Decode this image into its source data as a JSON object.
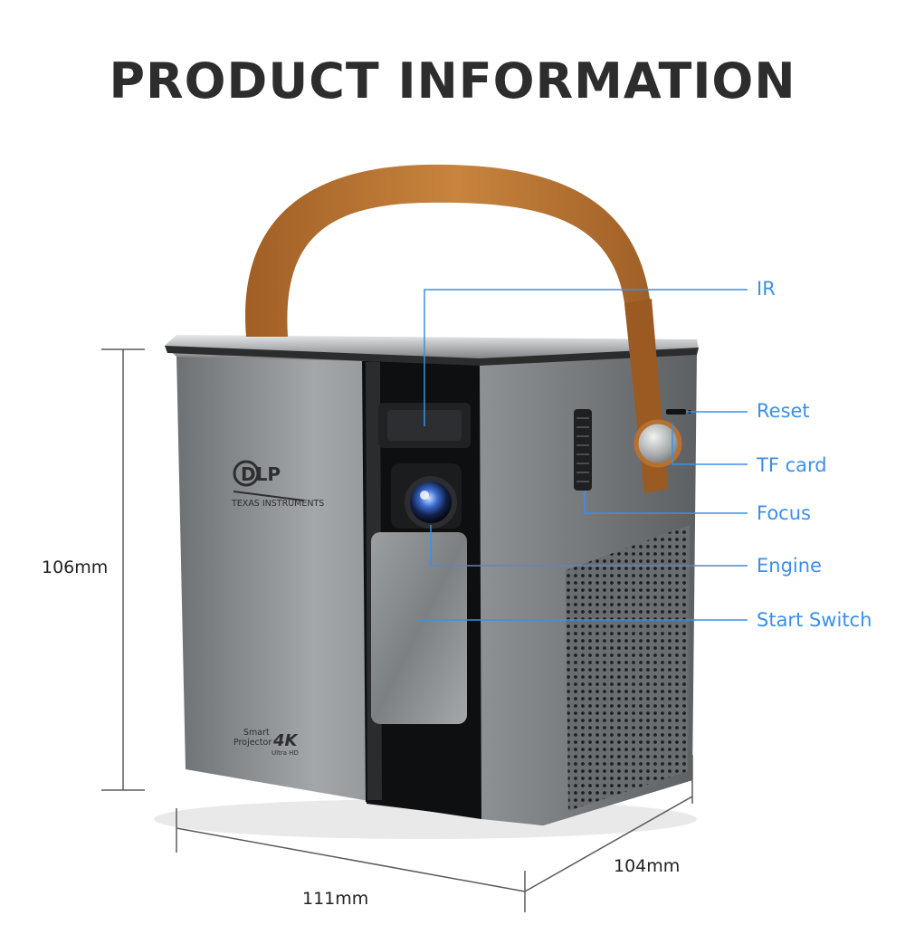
{
  "title": "PRODUCT INFORMATION",
  "callouts": {
    "ir": "IR",
    "reset": "Reset",
    "tf_card": "TF card",
    "focus": "Focus",
    "engine": "Engine",
    "start_switch": "Start Switch"
  },
  "dimensions": {
    "height": "106mm",
    "width": "111mm",
    "depth": "104mm"
  },
  "device_branding": {
    "dlp_logo": "DLP",
    "dlp_maker": "TEXAS INSTRUMENTS",
    "smart": "Smart",
    "projector": "Projector",
    "resolution": "4K",
    "ultra_hd": "Ultra HD"
  },
  "colors": {
    "callout": "#3b8fe8",
    "title": "#2d2d2d",
    "handle": "#b8702f",
    "body": "#8a8d90"
  }
}
